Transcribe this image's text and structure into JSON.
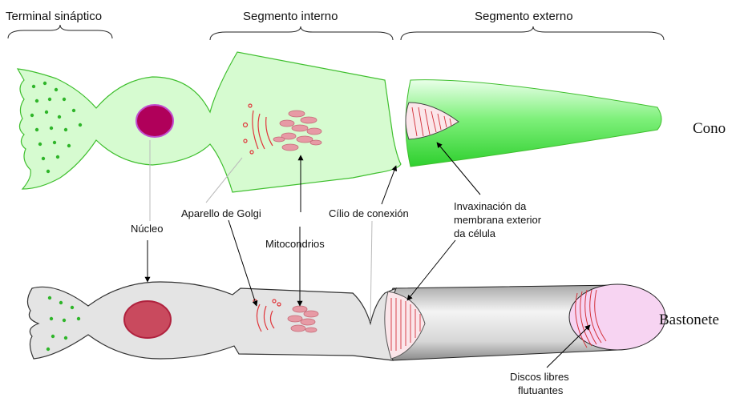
{
  "headers": {
    "terminal": "Terminal sináptico",
    "inner": "Segmento interno",
    "outer": "Segmento externo"
  },
  "cells": {
    "cone": "Cono",
    "rod": "Bastonete"
  },
  "labels": {
    "nucleus": "Núcleo",
    "golgi": "Aparello de Golgi",
    "mitochondria": "Mitocondrios",
    "cilium": "Cílio de conexión",
    "invagination": [
      "Invaxinación da",
      "membrana exterior",
      "da célula"
    ],
    "discs": [
      "Discos libres",
      "flutuantes"
    ]
  },
  "colors": {
    "cone_fill": "#d6fbd0",
    "cone_stroke": "#3fbf2e",
    "rod_fill": "#e4e4e4",
    "rod_stroke": "#333333",
    "dots": "#2fb52a",
    "cone_nucleus": "#b0005a",
    "rod_nucleus": "#c94a5e",
    "golgi": "#e0353a",
    "mito": "#e79aa5",
    "disc_pink": "#f7d4f2"
  }
}
